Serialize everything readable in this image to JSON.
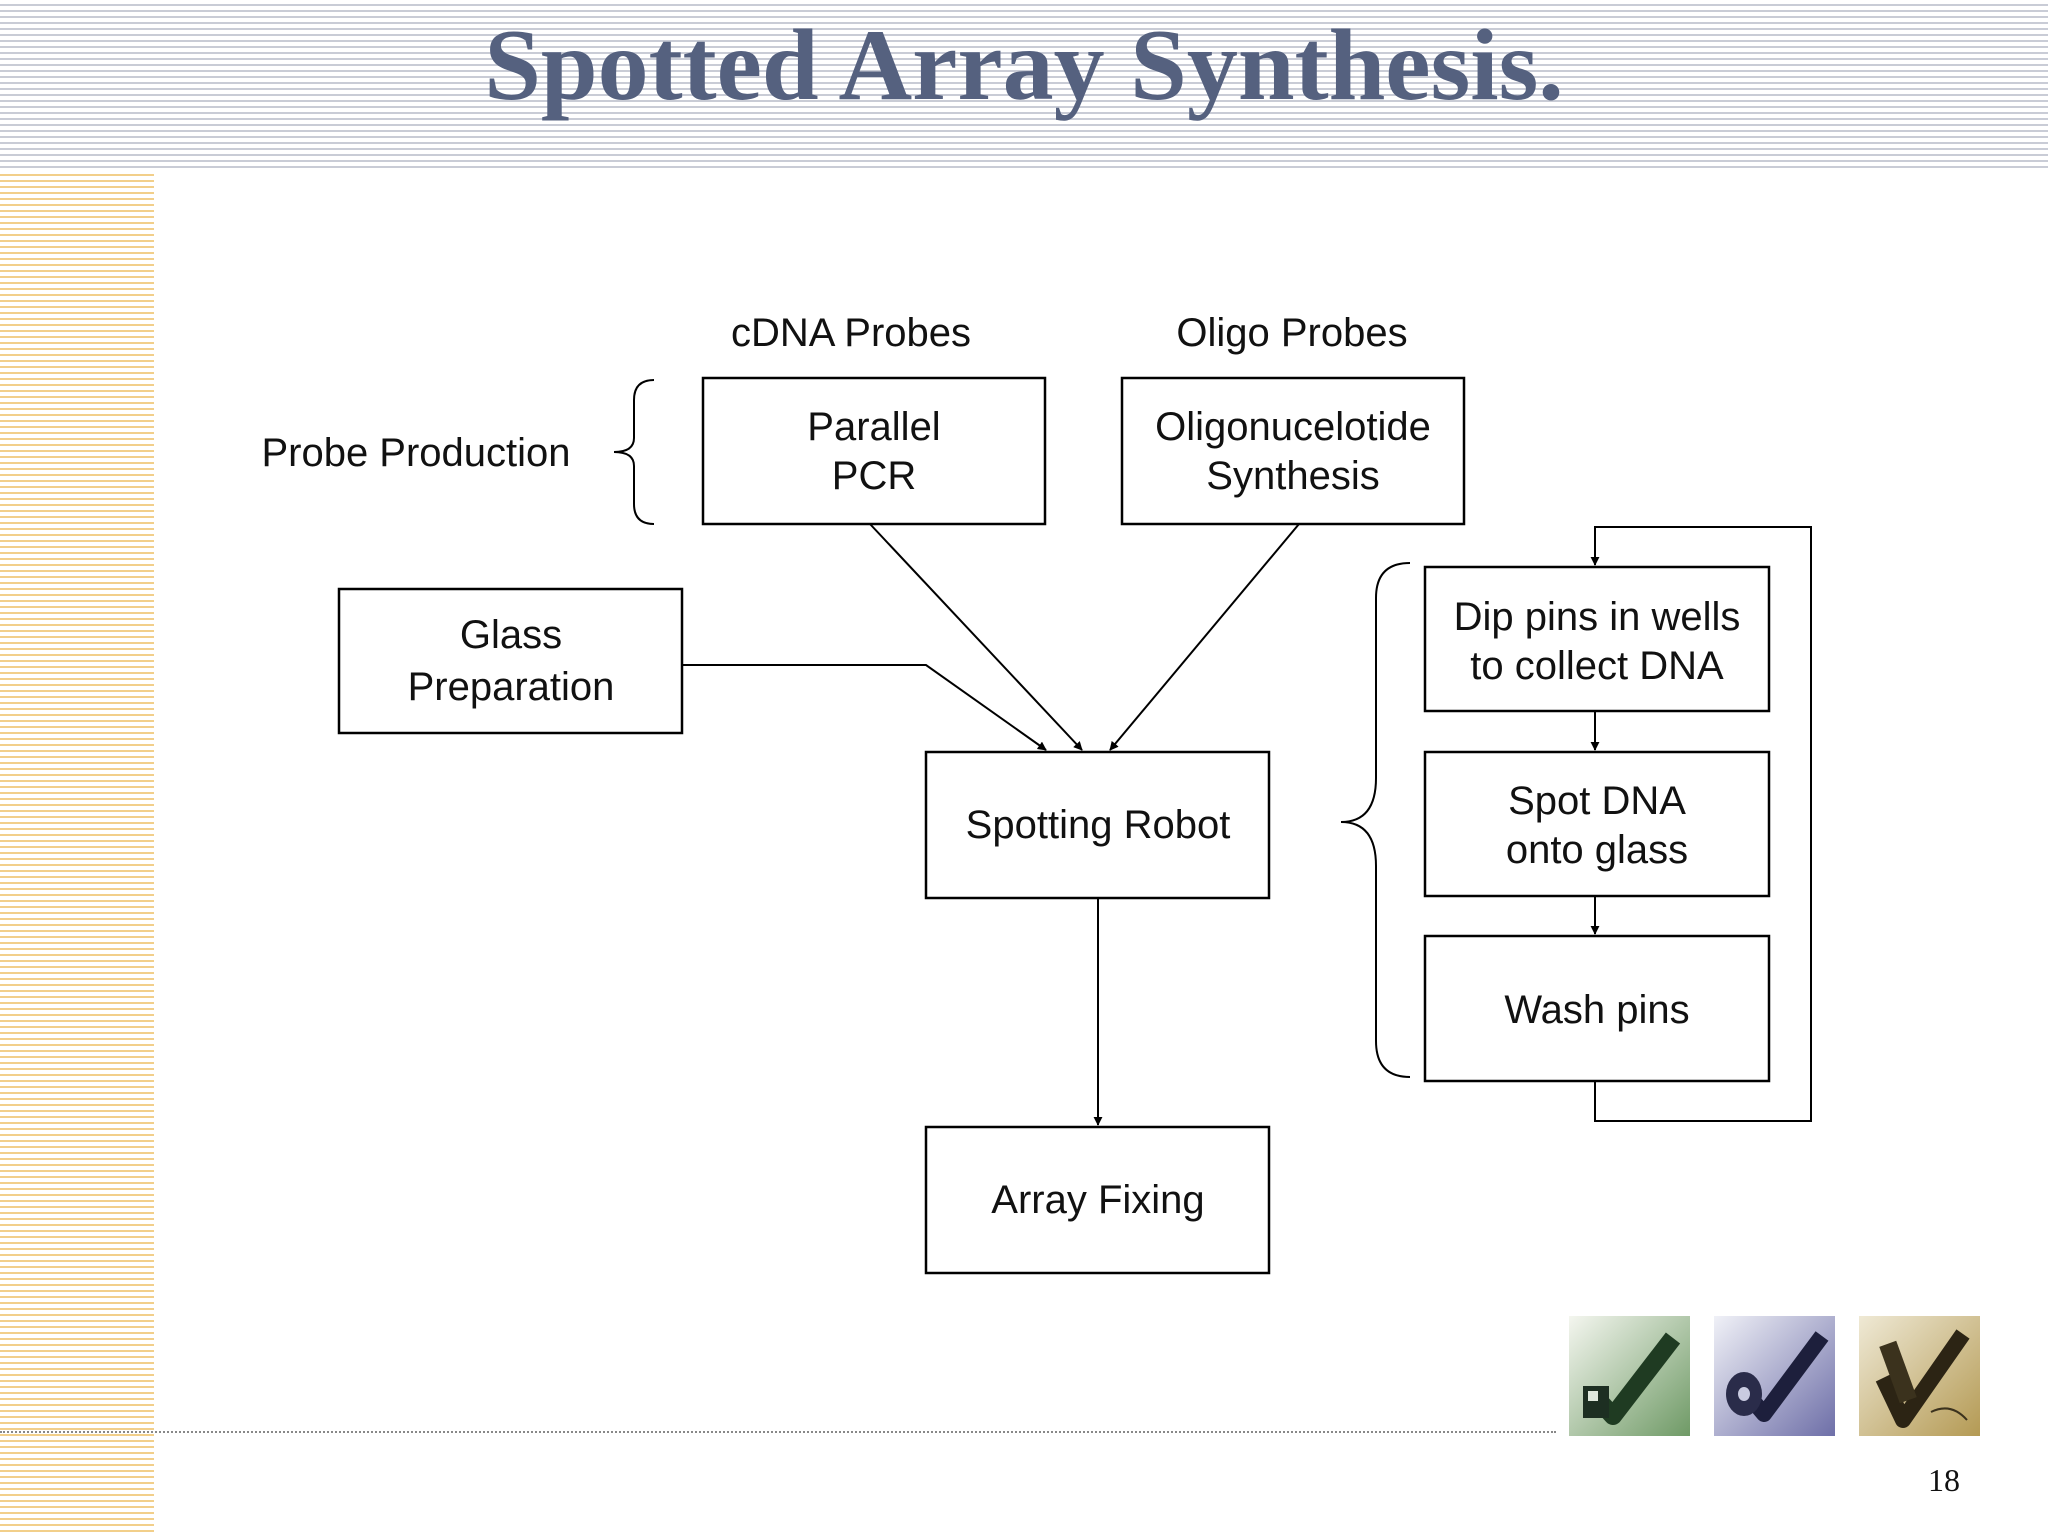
{
  "slide": {
    "title": "Spotted Array Synthesis.",
    "page_number": "18"
  },
  "diagram": {
    "column_headers": {
      "cdna": "cDNA Probes",
      "oligo": "Oligo Probes"
    },
    "group_labels": {
      "probe_production": "Probe Production"
    },
    "nodes": {
      "parallel_pcr": [
        "Parallel",
        "PCR"
      ],
      "oligo_synthesis": [
        "Oligonucelotide",
        "Synthesis"
      ],
      "glass_preparation": [
        "Glass",
        "Preparation"
      ],
      "spotting_robot": [
        "Spotting Robot"
      ],
      "array_fixing": [
        "Array Fixing"
      ],
      "dip_pins": [
        "Dip pins in wells",
        "to collect DNA"
      ],
      "spot_dna": [
        "Spot DNA",
        "onto glass"
      ],
      "wash_pins": [
        "Wash pins"
      ]
    }
  },
  "decor": {
    "title_color": "#55617f",
    "top_stripe_color": "#c9ccd6",
    "left_stripe_color": "#f2cf8a",
    "logo_icons": [
      "floppy-disk-checkmark-icon",
      "cd-disc-checkmark-icon",
      "circuit-board-checkmark-icon"
    ]
  }
}
